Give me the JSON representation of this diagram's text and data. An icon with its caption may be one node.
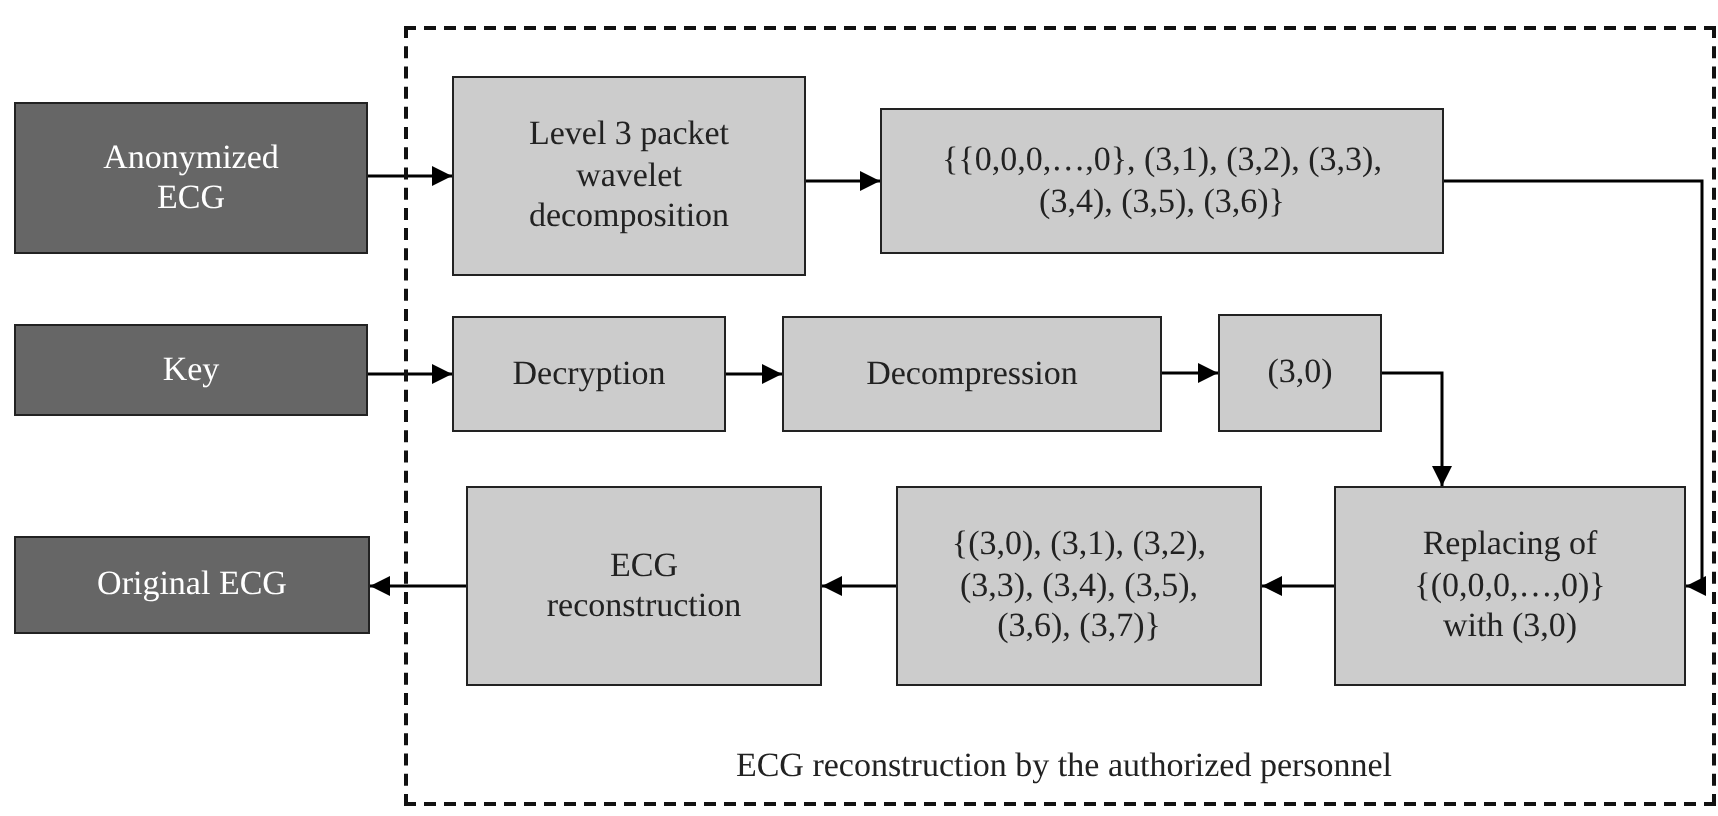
{
  "diagram": {
    "nodes": [
      {
        "text": [
          "ECG reconstruction by the authorized personnel"
        ]
      },
      {
        "text": [
          "Anonymized ECG"
        ]
      },
      {
        "text": [
          "Level 3 packet wavelet decomposition"
        ],
        "in": 0
      },
      {
        "text": [
          "{{0,0,0,…,0}, (3,1), (3,2), (3,3), (3,4), (3,5), (3,6)}"
        ],
        "in": 0
      },
      {
        "text": [
          "Key"
        ]
      },
      {
        "text": [
          "Decryption"
        ],
        "in": 0
      },
      {
        "text": [
          "Decompression"
        ],
        "in": 0
      },
      {
        "text": [
          "(3,0)"
        ],
        "in": 0
      },
      {
        "text": [
          "Original ECG"
        ]
      },
      {
        "text": [
          "ECG reconstruction"
        ],
        "in": 0
      },
      {
        "text": [
          "{(3,0), (3,1), (3,2), (3,3), (3,4), (3,5), (3,6), (3,7)}"
        ],
        "in": 0
      },
      {
        "text": [
          "Replacing of {(0,0,0,…,0)} with (3,0)"
        ],
        "in": 0
      }
    ],
    "edges": [
      {
        "from": 1,
        "to": 2,
        "arrow": "to"
      },
      {
        "from": 2,
        "to": 3,
        "arrow": "to"
      },
      {
        "from": 3,
        "to": 11,
        "arrow": "to"
      },
      {
        "from": 4,
        "to": 5,
        "arrow": "to"
      },
      {
        "from": 5,
        "to": 6,
        "arrow": "to"
      },
      {
        "from": 6,
        "to": 7,
        "arrow": "to"
      },
      {
        "from": 7,
        "to": 11,
        "arrow": "to"
      },
      {
        "from": 11,
        "to": 10,
        "arrow": "to"
      },
      {
        "from": 10,
        "to": 9,
        "arrow": "to"
      },
      {
        "from": 9,
        "to": 8,
        "arrow": "to"
      }
    ]
  }
}
